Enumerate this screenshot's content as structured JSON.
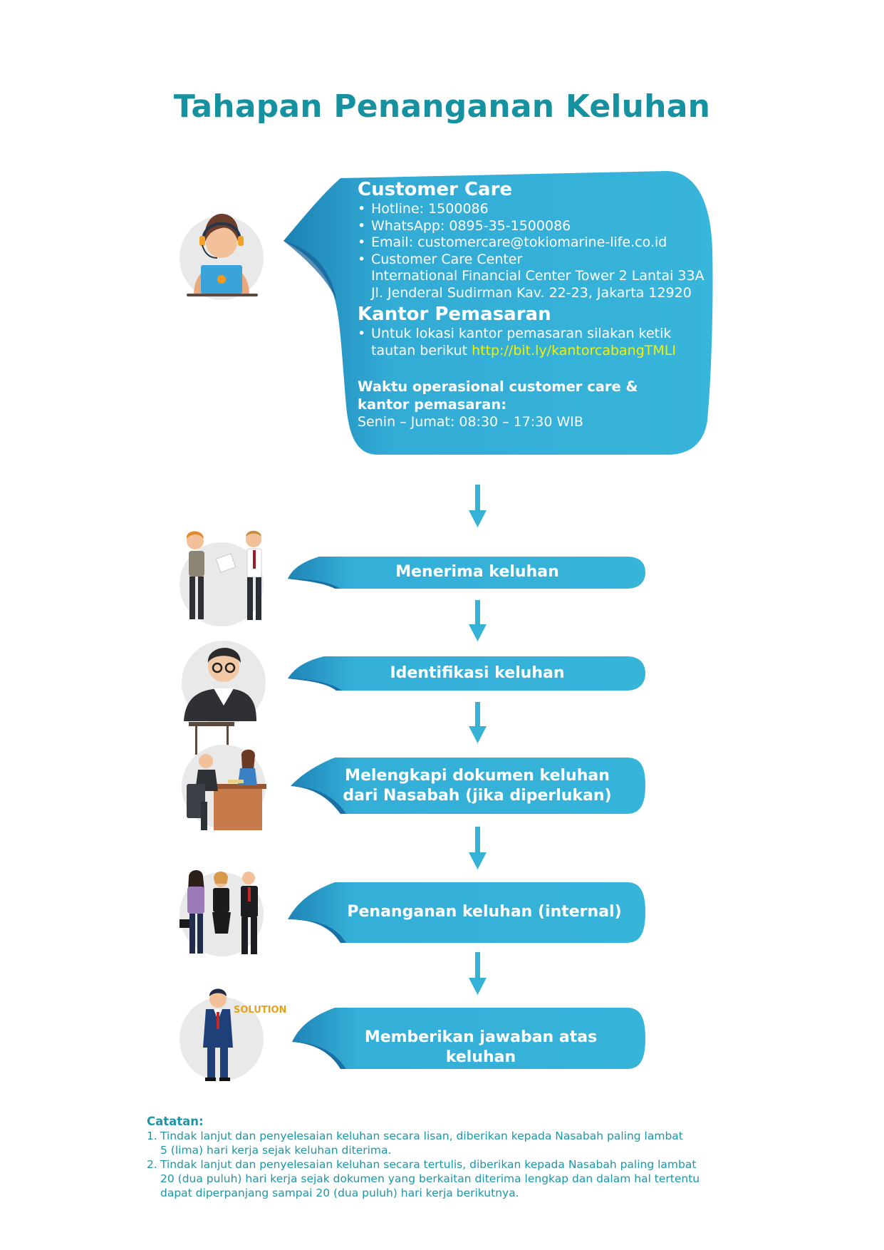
{
  "title": "Tahapan Penanganan Keluhan",
  "card": {
    "cc_heading": "Customer Care",
    "cc_items": [
      "Hotline: 1500086",
      "WhatsApp: 0895-35-1500086",
      "Email: customercare@tokiomarine-life.co.id",
      "Customer Care Center",
      "International Financial Center Tower 2 Lantai 33A",
      "Jl. Jenderal Sudirman Kav. 22-23, Jakarta 12920"
    ],
    "office_heading": "Kantor Pemasaran",
    "office_text": "Untuk lokasi kantor pemasaran silakan ketik",
    "office_text2": "tautan berikut",
    "office_link": "http://bit.ly/kantorcabangTMLI",
    "hours_heading_1": "Waktu operasional customer care &",
    "hours_heading_2": "kantor pemasaran:",
    "hours": "Senin – Jumat: 08:30 – 17:30 WIB"
  },
  "steps": [
    {
      "line1": "Menerima keluhan",
      "line2": ""
    },
    {
      "line1": "Identifikasi keluhan",
      "line2": ""
    },
    {
      "line1": "Melengkapi dokumen keluhan",
      "line2": "dari Nasabah (jika diperlukan)"
    },
    {
      "line1": "Penanganan keluhan (internal)",
      "line2": ""
    },
    {
      "line1": "Memberikan jawaban atas keluhan",
      "line2": ""
    }
  ],
  "solution_label": "SOLUTION",
  "notes": {
    "heading": "Catatan:",
    "n1_num": "1.",
    "n1_l1": "Tindak lanjut dan penyelesaian keluhan secara lisan, diberikan kepada Nasabah paling lambat",
    "n1_l2": "5 (lima) hari kerja sejak keluhan diterima.",
    "n2_num": "2.",
    "n2_l1": "Tindak lanjut dan penyelesaian keluhan secara tertulis, diberikan kepada Nasabah paling lambat",
    "n2_l2": "20 (dua puluh) hari kerja sejak dokumen yang berkaitan diterima lengkap dan dalam hal tertentu",
    "n2_l3": "dapat diperpanjang sampai 20 (dua puluh) hari kerja berikutnya."
  },
  "colors": {
    "accent": "#1591a0",
    "bubble": "#36b2d6",
    "bubble_dark": "#1f86b6",
    "link": "#f4f000",
    "arrow": "#36b2d6"
  }
}
